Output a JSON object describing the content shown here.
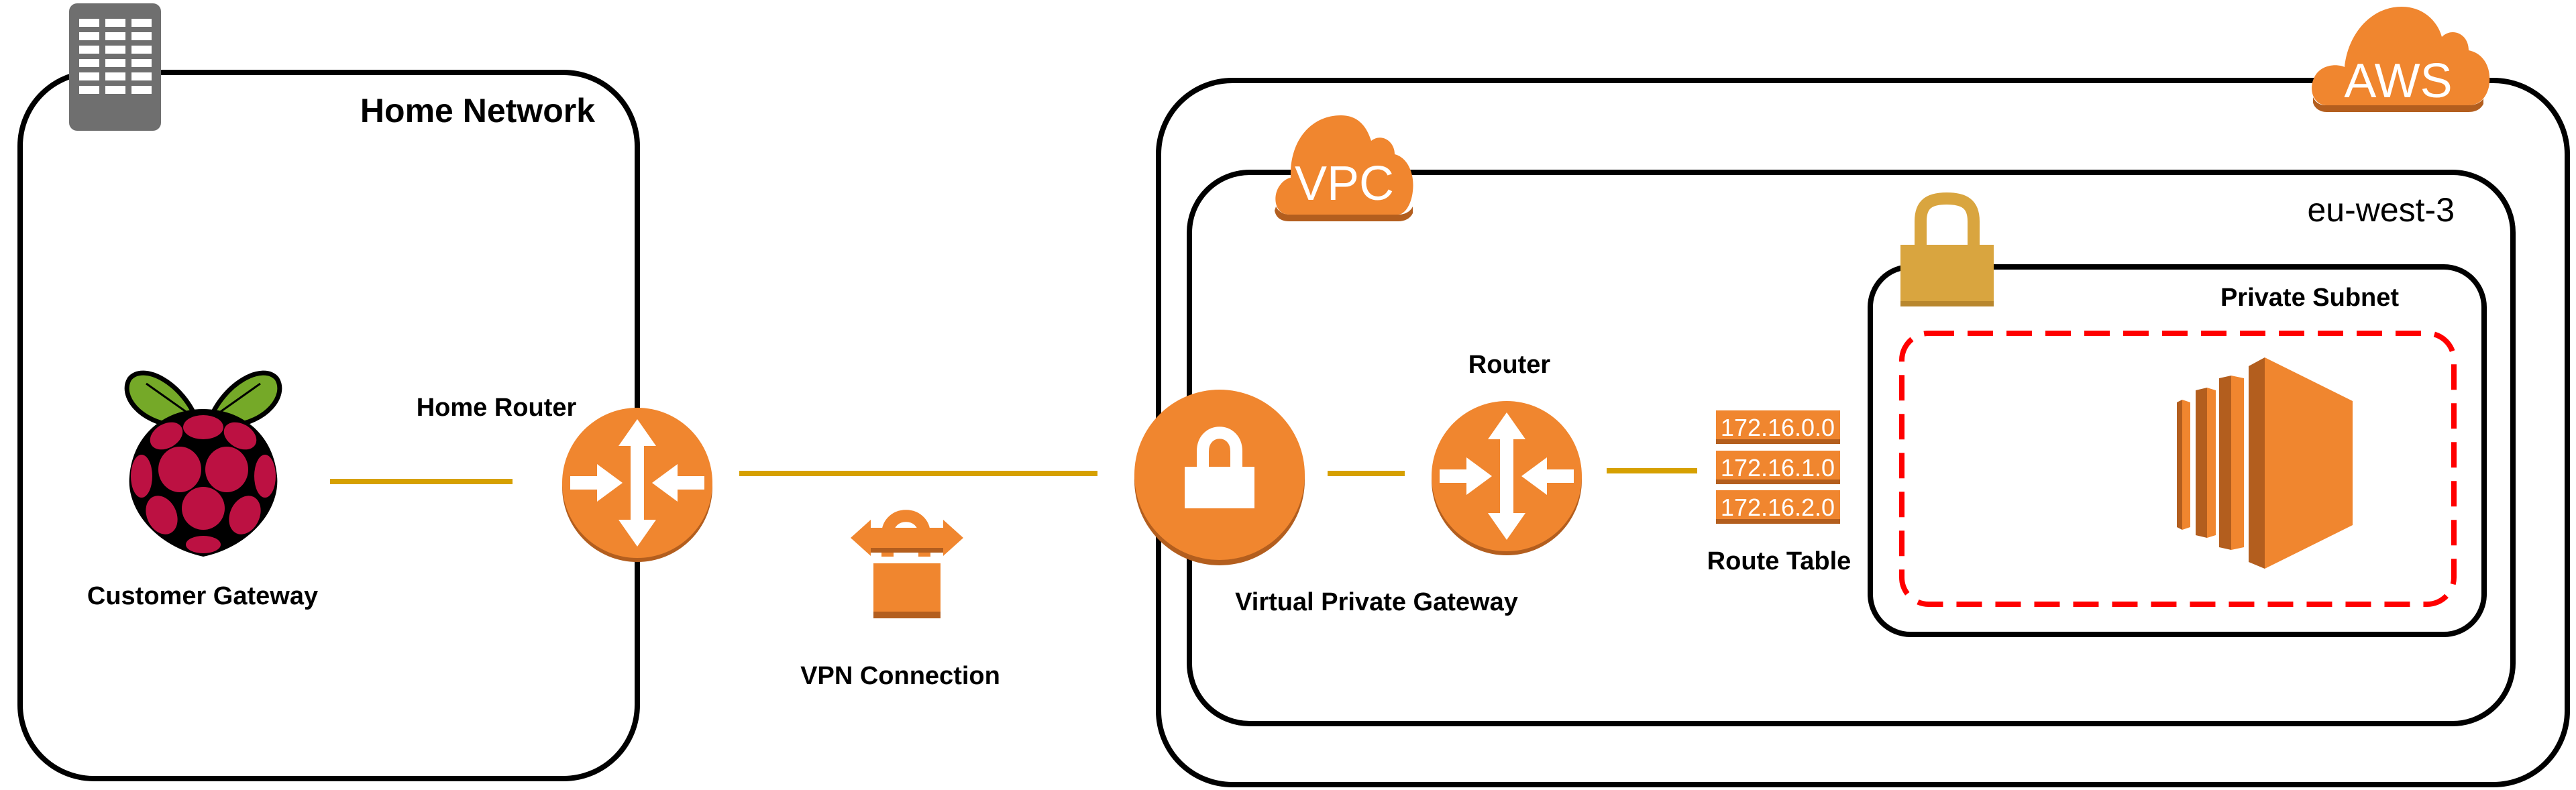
{
  "diagram": {
    "home_network": {
      "title": "Home Network",
      "building_icon": "office-building-icon",
      "customer_gateway": {
        "label": "Customer Gateway",
        "icon": "raspberry-pi-icon"
      },
      "home_router": {
        "label": "Home Router",
        "icon": "router-icon"
      }
    },
    "vpn_connection": {
      "label": "VPN Connection",
      "icon": "vpn-connection-icon"
    },
    "aws": {
      "cloud_label": "AWS",
      "vpc": {
        "cloud_label": "VPC",
        "region": "eu-west-3",
        "virtual_private_gateway": {
          "label": "Virtual Private Gateway",
          "icon": "vpn-gateway-icon"
        },
        "router": {
          "label": "Router",
          "icon": "router-icon"
        },
        "route_table": {
          "label": "Route Table",
          "entries": [
            "172.16.0.0",
            "172.16.1.0",
            "172.16.2.0"
          ]
        },
        "private_subnet": {
          "label": "Private Subnet",
          "icon": "padlock-icon",
          "instance_icon": "ec2-instance-icon"
        }
      }
    },
    "colors": {
      "aws_orange": "#F0862F",
      "aws_orange_shadow": "#B35E1E",
      "connection_line": "#D6A000",
      "subnet_lock": "#D9A53F",
      "security_group_dash": "#FF0000",
      "raspberry_red": "#BC1142",
      "raspberry_green": "#75A928",
      "building_gray": "#6F6F6F"
    }
  }
}
